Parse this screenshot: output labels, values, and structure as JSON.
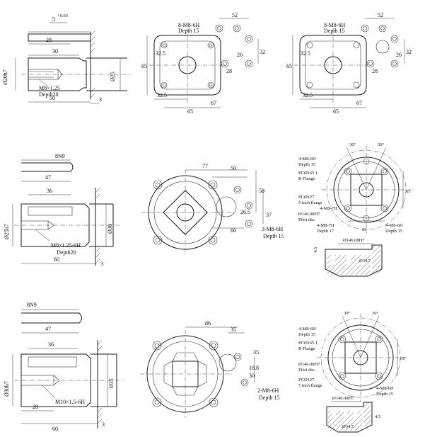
{
  "shaft_1": {
    "d_top": "5",
    "d_top_tol": "+0.03",
    "d_28": "28",
    "d_30": "30",
    "d_50": "50",
    "d_3": "3",
    "dia_left": "Ø20h7",
    "dia_right": "Ø25",
    "thread": "M8×1.25",
    "depth": "Depth20"
  },
  "flange_1": {
    "d_52": "52",
    "d_32": "32",
    "d_65h": "65",
    "d_32_5": "32.5",
    "d_32_5b": "32.5",
    "d_65": "65",
    "d_67": "67",
    "d_26": "26",
    "d_28": "28",
    "thread": "8-M8-6H",
    "depth": "Depth 15"
  },
  "flange_2": {
    "d_52": "52",
    "d_32": "32",
    "d_65h": "65",
    "d_32_5": "32.5",
    "d_32_5b": "32.5",
    "d_65": "65",
    "d_67": "67",
    "d_26": "26",
    "d_28": "28",
    "thread": "8-M8-6H",
    "depth": "Depth 15"
  },
  "shaft_2": {
    "key": "8N9",
    "d_47": "47",
    "d_36": "36",
    "d_60": "60",
    "d_3": "3",
    "dia_left": "Ø25h7",
    "dia_right": "Ø30",
    "thread": "M8×1.25-6H",
    "depth": "Depth20"
  },
  "flange_3": {
    "d_77": "77",
    "d_50": "50",
    "d_58": "58",
    "d_37": "37",
    "d_26_5": "26.5",
    "d_60": "60",
    "thread": "3-M8-6H",
    "depth": "Depth 15"
  },
  "flange_4": {
    "angle_a": "30°",
    "angle_b": "30°",
    "thread_top": "4-M8-6H",
    "depth_top": "Depth 15",
    "pcd_b": "PCØ165.1",
    "b_flange": "B Flange",
    "pcd_127": "PCØ127",
    "flange_5": "5 inch flange",
    "thread_mid": "4-M8-7H",
    "pilot": "Ø146.08H7",
    "pilot_dia": "Pilot dia.",
    "thread_bot": "4-M8-7H",
    "depth_bot": "Depth 17",
    "thread_right": "4-M8-6H",
    "depth_right": "Depth 15",
    "d_65v": "65",
    "d_65h": "65",
    "detail_pilot": "Ø146.08H7",
    "detail_d45": "4.5",
    "detail_d34": "Ø34.7"
  },
  "shaft_3": {
    "key": "8N9",
    "d_47": "47",
    "d_36": "36",
    "d_28": "28",
    "d_60": "60",
    "d_3": "3",
    "dia_left": "Ø30h7",
    "dia_right": "Ø35",
    "thread": "M10×1.5-6H"
  },
  "flange_5": {
    "d_86": "86",
    "d_35": "35",
    "d_35v": "35",
    "d_18_8": "18.8",
    "d_30": "30",
    "thread": "2-M8-6H",
    "depth": "Depth 15"
  },
  "flange_6": {
    "angle_a": "30°",
    "angle_b": "30°",
    "thread_top": "4-M8-6H",
    "depth_top": "Depth 15",
    "pcd_b": "PCØ165.1",
    "b_flange": "B Flange",
    "pilot": "Ø146.08H7",
    "pilot_dia": "Pilot dia.",
    "pcd_127": "PCØ127",
    "flange_5": "5 inch flange",
    "thread_right": "4-M8-6H",
    "depth_right": "Depth 15",
    "d_65": "65",
    "detail_pilot": "Ø146.08H7",
    "detail_d34": "Ø34.7",
    "detail_d45": "4.5"
  }
}
